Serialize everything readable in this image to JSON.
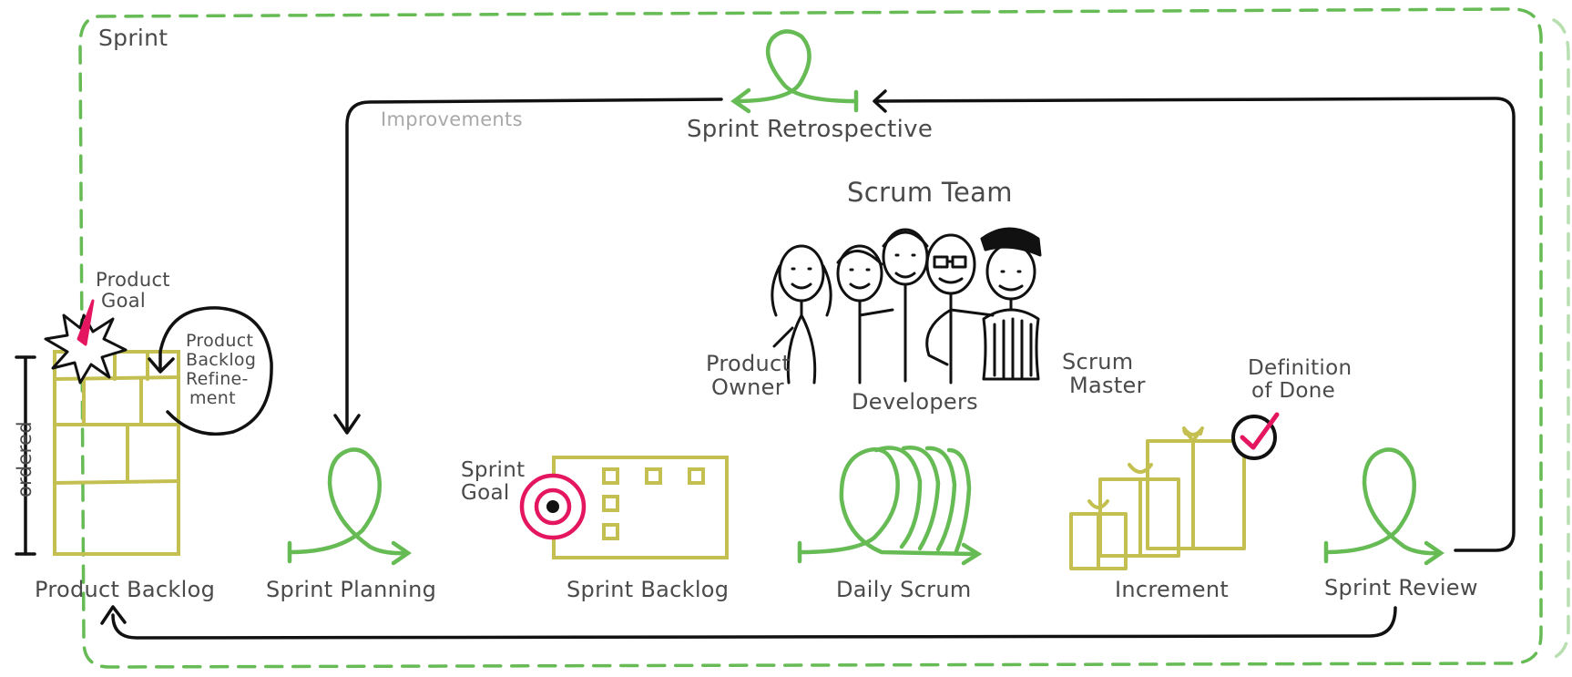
{
  "frame_label": "Sprint",
  "improvements_label": "Improvements",
  "retrospective_label": "Sprint Retrospective",
  "scrum_team": {
    "title": "Scrum Team",
    "product_owner": [
      "Product",
      "Owner"
    ],
    "developers": "Developers",
    "scrum_master": [
      "Scrum",
      "Master"
    ]
  },
  "product_backlog": {
    "label": "Product Backlog",
    "ordered_label": "ordered",
    "goal_label": [
      "Product",
      "Goal"
    ],
    "refinement_label": [
      "Product",
      "Backlog",
      "Refine-",
      "ment"
    ]
  },
  "sprint_planning_label": "Sprint Planning",
  "sprint_backlog": {
    "label": "Sprint Backlog",
    "goal_label": [
      "Sprint",
      "Goal"
    ]
  },
  "daily_scrum_label": "Daily Scrum",
  "increment": {
    "label": "Increment",
    "dod_label": [
      "Definition",
      "of Done"
    ]
  },
  "sprint_review_label": "Sprint Review",
  "colors": {
    "green": "#66bb55",
    "olive": "#c3c051",
    "pink": "#e4165f",
    "ink": "#111111",
    "text": "#4a4a4a"
  }
}
